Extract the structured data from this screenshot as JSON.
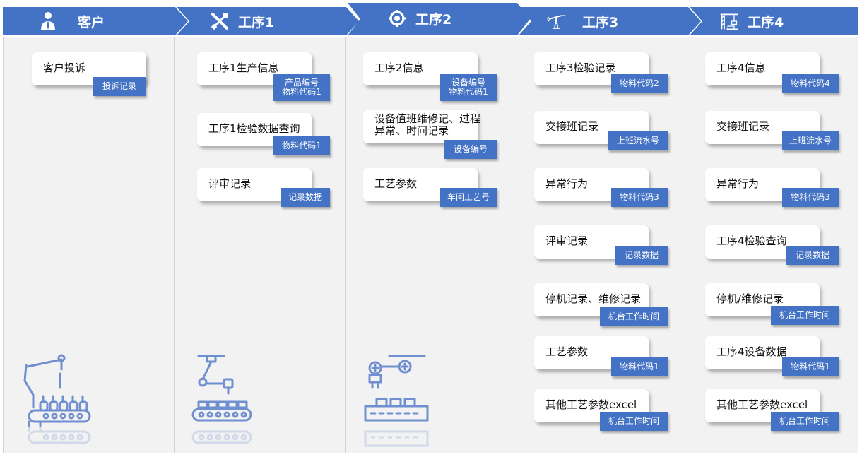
{
  "header": {
    "color": "#4472c4",
    "stages": [
      {
        "label": "客户",
        "icon": "user-icon"
      },
      {
        "label": "工序1",
        "icon": "tools-icon"
      },
      {
        "label": "工序2",
        "icon": "gear-icon"
      },
      {
        "label": "工序3",
        "icon": "oil-pump-icon"
      },
      {
        "label": "工序4",
        "icon": "crane-icon"
      }
    ]
  },
  "columns": [
    {
      "cards": [
        {
          "title": "客户投诉",
          "tag": "投诉记录"
        }
      ]
    },
    {
      "cards": [
        {
          "title": "工序1生产信息",
          "tag": "产品编号\n物料代码1"
        },
        {
          "title": "工序1检验数据查询",
          "tag": "物料代码1"
        },
        {
          "title": "评审记录",
          "tag": "记录数据"
        }
      ]
    },
    {
      "cards": [
        {
          "title": "工序2信息",
          "tag": "设备编号\n物料代码1"
        },
        {
          "title": "设备值班维修记、过程异常、时间记录",
          "tag": "设备编号"
        },
        {
          "title": "工艺参数",
          "tag": "车间工艺号"
        }
      ]
    },
    {
      "cards": [
        {
          "title": "工序3检验记录",
          "tag": "物料代码2"
        },
        {
          "title": "交接班记录",
          "tag": "上班流水号"
        },
        {
          "title": "异常行为",
          "tag": "物料代码3"
        },
        {
          "title": "评审记录",
          "tag": "记录数据"
        },
        {
          "title": "停机记录、维修记录",
          "tag": "机台工作时间"
        },
        {
          "title": "工艺参数",
          "tag": "物料代码1"
        },
        {
          "title": "其他工艺参数excel",
          "tag": "机台工作时间"
        }
      ]
    },
    {
      "cards": [
        {
          "title": "工序4信息",
          "tag": "物料代码4"
        },
        {
          "title": "交接班记录",
          "tag": "上班流水号"
        },
        {
          "title": "异常行为",
          "tag": "物料代码3"
        },
        {
          "title": "工序4检验查询",
          "tag": "记录数据"
        },
        {
          "title": "停机/维修记录",
          "tag": "机台工作时间"
        },
        {
          "title": "工序4设备数据",
          "tag": "物料代码1"
        },
        {
          "title": "其他工艺参数excel",
          "tag": "机台工作时间"
        }
      ]
    }
  ],
  "illustrations": [
    "robot-arm-bottling-icon",
    "robot-arm-conveyor-icon",
    "robot-arm-packaging-icon"
  ]
}
